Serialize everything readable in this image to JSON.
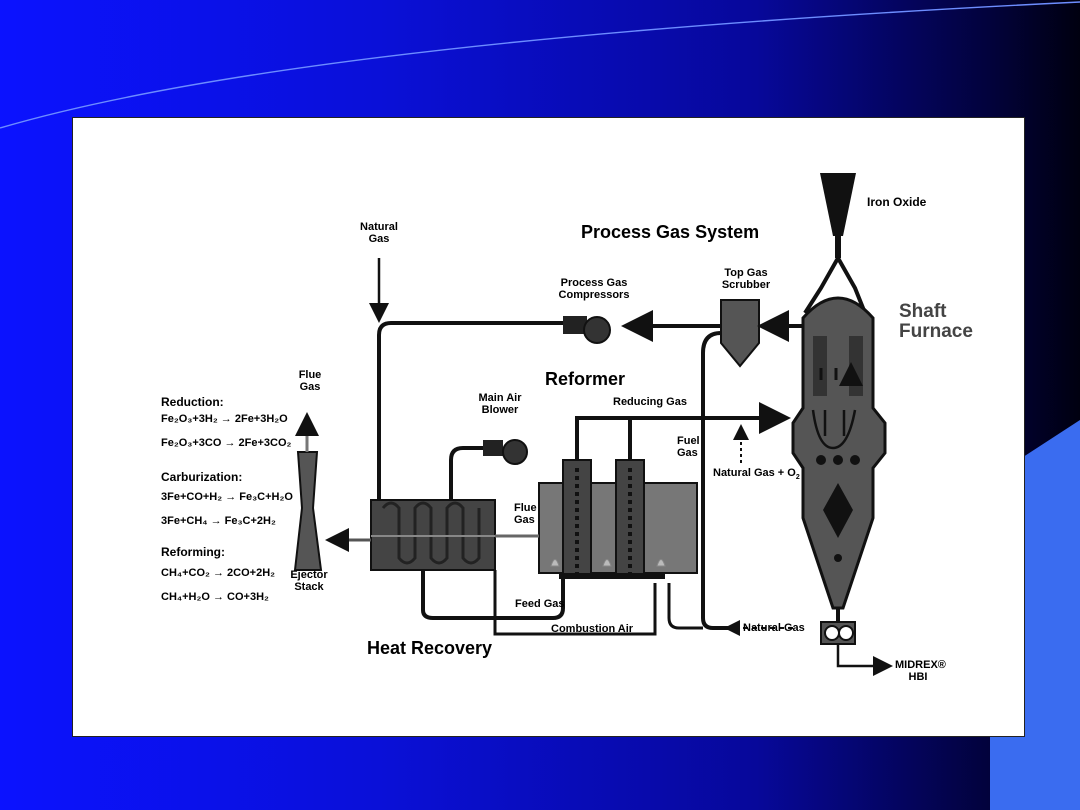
{
  "diagram": {
    "section_titles": {
      "process_gas_system": "Process Gas System",
      "reformer": "Reformer",
      "shaft_furnace": "Shaft Furnace",
      "heat_recovery": "Heat Recovery"
    },
    "labels": {
      "iron_oxide": "Iron Oxide",
      "natural_gas_top": "Natural Gas",
      "process_gas_compressors": "Process Gas Compressors",
      "top_gas_scrubber": "Top Gas Scrubber",
      "flue_gas_left": "Flue Gas",
      "main_air_blower": "Main Air Blower",
      "reducing_gas": "Reducing Gas",
      "fuel_gas": "Fuel Gas",
      "natural_gas_o2": "Natural Gas + O",
      "natural_gas_o2_sub": "2",
      "flue_gas_mid": "Flue Gas",
      "ejector_stack": "Ejector Stack",
      "feed_gas": "Feed Gas",
      "combustion_air": "Combustion Air",
      "natural_gas_bottom": "Natural Gas",
      "midrex_hbi": "MIDREX® HBI"
    },
    "equations": {
      "reduction_title": "Reduction:",
      "reduction": [
        "Fe₂O₃+3H₂ → 2Fe+3H₂O",
        "Fe₂O₃+3CO → 2Fe+3CO₂"
      ],
      "carburization_title": "Carburization:",
      "carburization": [
        "3Fe+CO+H₂ → Fe₃C+H₂O",
        "3Fe+CH₄ → Fe₃C+2H₂"
      ],
      "reforming_title": "Reforming:",
      "reforming": [
        "CH₄+CO₂ → 2CO+2H₂",
        "CH₄+H₂O → CO+3H₂"
      ]
    }
  }
}
